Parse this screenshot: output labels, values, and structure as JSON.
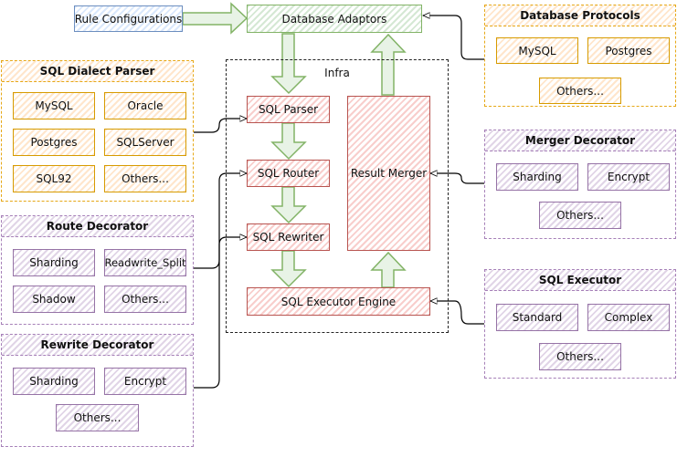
{
  "rule_configurations": "Rule Configurations",
  "database_adaptors": "Database Adaptors",
  "infra": {
    "title": "Infra",
    "sql_parser": "SQL Parser",
    "sql_router": "SQL Router",
    "sql_rewriter": "SQL Rewriter",
    "sql_executor_engine": "SQL Executor Engine",
    "result_merger": "Result Merger"
  },
  "sql_dialect_parser": {
    "title": "SQL Dialect Parser",
    "items": [
      "MySQL",
      "Oracle",
      "Postgres",
      "SQLServer",
      "SQL92",
      "Others..."
    ]
  },
  "route_decorator": {
    "title": "Route Decorator",
    "items": [
      "Sharding",
      "Readwrite_Split",
      "Shadow",
      "Others..."
    ]
  },
  "rewrite_decorator": {
    "title": "Rewrite Decorator",
    "items": [
      "Sharding",
      "Encrypt",
      "Others..."
    ]
  },
  "database_protocols": {
    "title": "Database Protocols",
    "items": [
      "MySQL",
      "Postgres",
      "Others..."
    ]
  },
  "merger_decorator": {
    "title": "Merger Decorator",
    "items": [
      "Sharding",
      "Encrypt",
      "Others..."
    ]
  },
  "sql_executor": {
    "title": "SQL Executor",
    "items": [
      "Standard",
      "Complex",
      "Others..."
    ]
  },
  "colors": {
    "blue": "#6c8ebf",
    "green": "#82b366",
    "red": "#b85450",
    "orange": "#d79b00",
    "purple": "#9673a6"
  }
}
